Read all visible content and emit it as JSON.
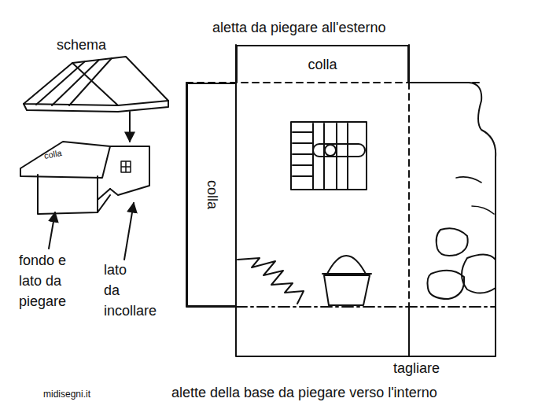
{
  "diagram": {
    "nodes": [
      {
        "text": [
          "colla"
        ]
      },
      {
        "text": [
          "colla"
        ]
      }
    ],
    "labels": [
      "schema",
      "colla",
      "fondo e lato da piegare",
      "lato da incollare",
      "aletta da piegare all'esterno",
      "tagliare",
      "alette della base da piegare verso l'interno",
      "midisegni.it"
    ]
  }
}
